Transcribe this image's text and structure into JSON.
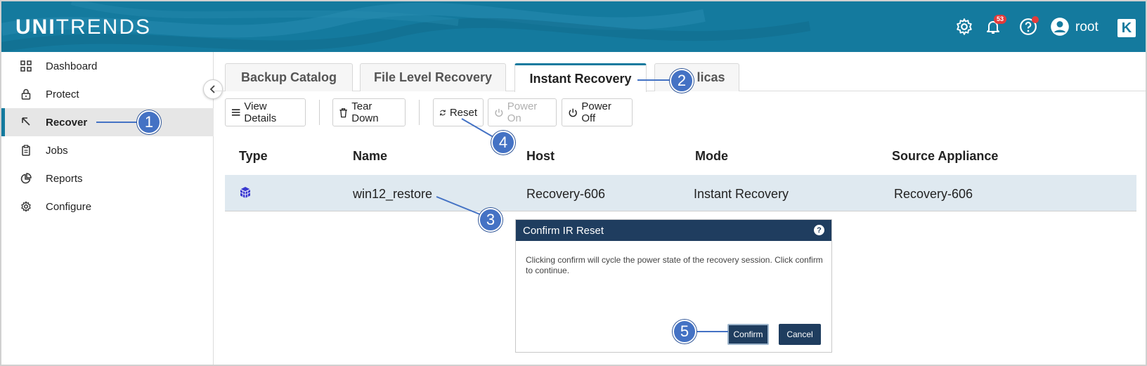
{
  "app": {
    "logo_bold": "UNI",
    "logo_light": "TRENDS",
    "notification_count": "53",
    "user": "root",
    "corner_badge": "K"
  },
  "sidebar": {
    "items": [
      {
        "label": "Dashboard",
        "icon": "grid-icon"
      },
      {
        "label": "Protect",
        "icon": "lock-icon"
      },
      {
        "label": "Recover",
        "icon": "cursor-arrow-icon",
        "active": true
      },
      {
        "label": "Jobs",
        "icon": "clipboard-icon"
      },
      {
        "label": "Reports",
        "icon": "pie-chart-icon"
      },
      {
        "label": "Configure",
        "icon": "gear-icon"
      }
    ]
  },
  "tabs": [
    {
      "label": "Backup Catalog"
    },
    {
      "label": "File Level Recovery"
    },
    {
      "label": "Instant Recovery",
      "active": true
    },
    {
      "label": "licas"
    }
  ],
  "toolbar": {
    "view_details": "View Details",
    "tear_down": "Tear Down",
    "reset": "Reset",
    "power_on": "Power On",
    "power_off": "Power Off"
  },
  "table": {
    "columns": [
      "Type",
      "Name",
      "Host",
      "Mode",
      "Source Appliance"
    ],
    "rows": [
      {
        "type_icon": "vm-cube-icon",
        "name": "win12_restore",
        "host": "Recovery-606",
        "mode": "Instant Recovery",
        "source": "Recovery-606"
      }
    ]
  },
  "dialog": {
    "title": "Confirm IR Reset",
    "help": "?",
    "message": "Clicking confirm will cycle the power state of the recovery session. Click confirm to continue.",
    "confirm": "Confirm",
    "cancel": "Cancel"
  },
  "callouts": [
    "1",
    "2",
    "3",
    "4",
    "5"
  ],
  "colors": {
    "header": "#147a9e",
    "dialog_header": "#1f3d5f",
    "callout": "#4472c4",
    "selected_row": "#dfe9f0"
  }
}
